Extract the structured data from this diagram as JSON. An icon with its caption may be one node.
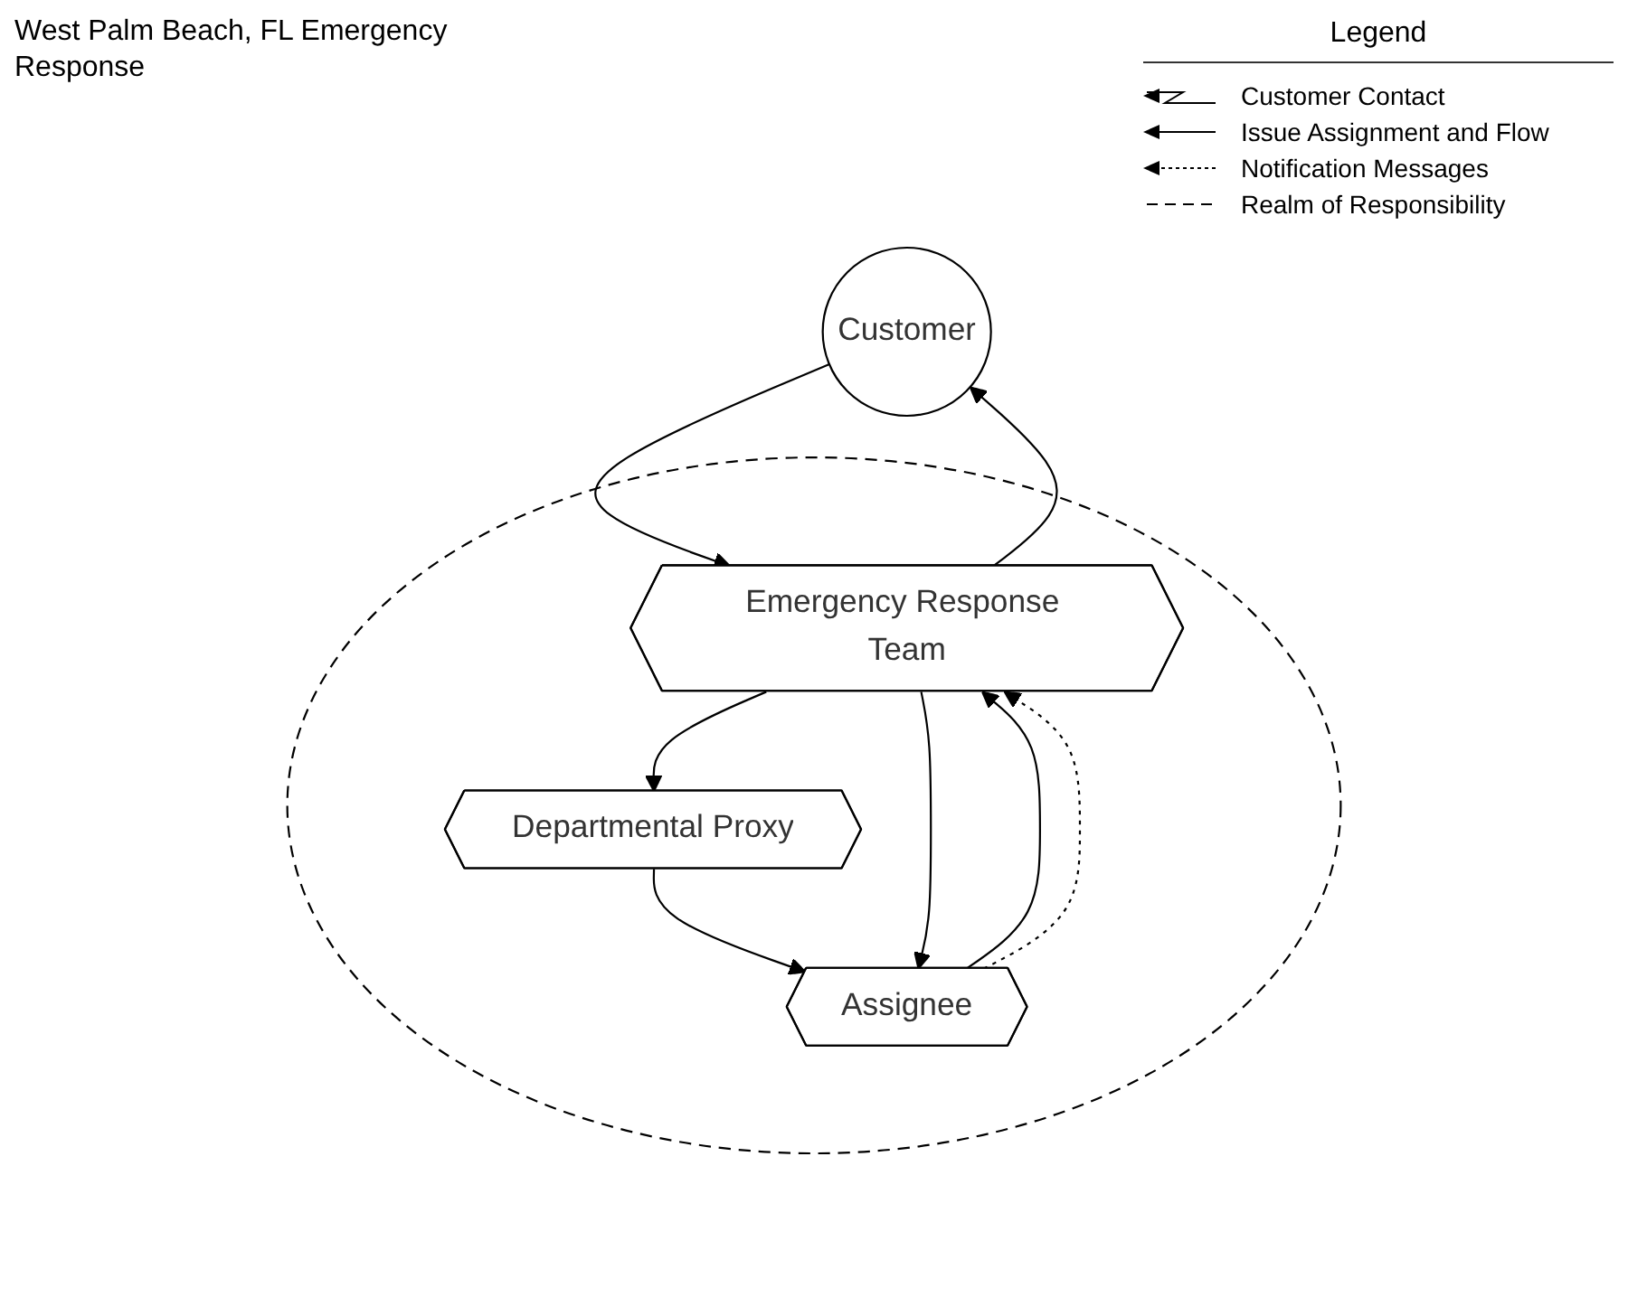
{
  "diagram": {
    "title": "West Palm Beach, FL Emergency Response",
    "nodes": [
      {
        "text": [
          "Customer"
        ]
      },
      {
        "text": [],
        "shape": "circle"
      },
      {
        "text": [
          "Emergency Response Team"
        ],
        "in": 1
      },
      {
        "text": [
          "Assignee"
        ],
        "in": 1
      },
      {
        "text": [
          "Departmental Proxy"
        ],
        "in": 1
      }
    ],
    "edges": [
      {
        "from": 2,
        "to": 0,
        "arrow": "to"
      },
      {
        "from": 0,
        "to": 2,
        "arrow": "to"
      },
      {
        "from": 2,
        "to": 4,
        "arrow": "to"
      },
      {
        "from": 4,
        "to": 3,
        "arrow": "to"
      },
      {
        "from": 2,
        "to": 3,
        "arrow": "to"
      },
      {
        "from": 3,
        "to": 2,
        "arrow": "to"
      },
      {
        "from": 3,
        "to": 2,
        "arrow": "to",
        "style": "dashed"
      }
    ],
    "legend": [
      {
        "text": "Legend"
      },
      {
        "text": "Customer Contact"
      },
      {
        "text": "Issue Assignment and Flow"
      },
      {
        "text": "Notification Messages"
      },
      {
        "text": "Realm of Responsibility"
      }
    ]
  }
}
